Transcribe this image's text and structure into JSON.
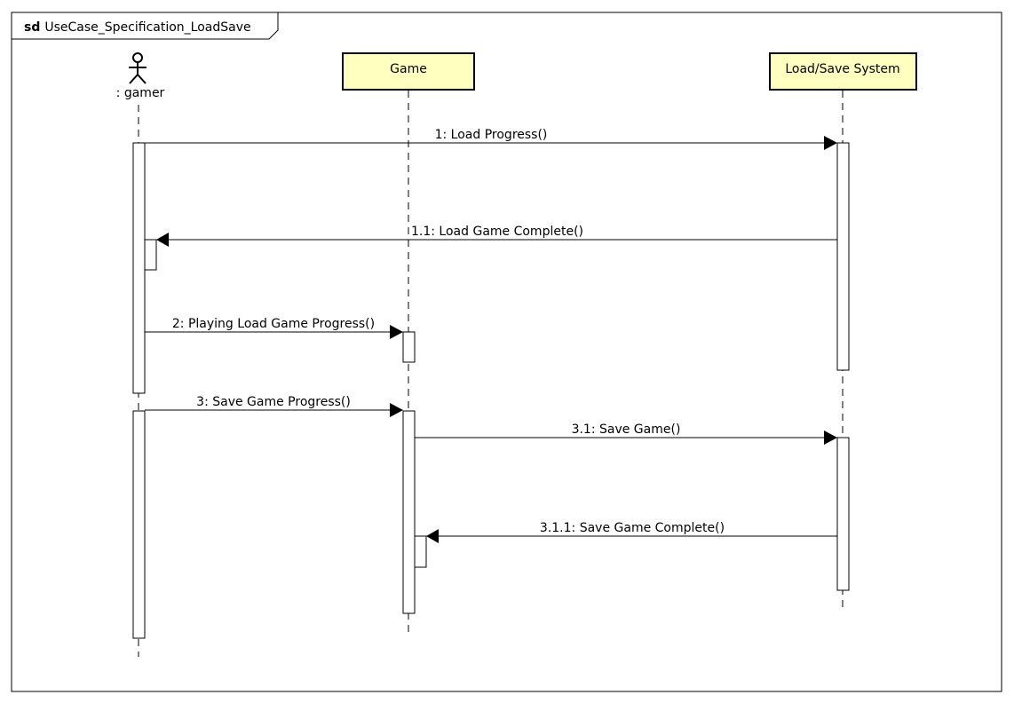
{
  "frame": {
    "keyword": "sd",
    "name": "UseCase_Specification_LoadSave"
  },
  "lifelines": {
    "gamer": {
      "label": ": gamer",
      "kind": "actor"
    },
    "game": {
      "label": "Game",
      "kind": "object"
    },
    "system": {
      "label": "Load/Save System",
      "kind": "object"
    }
  },
  "messages": [
    {
      "id": "m1",
      "label": "1: Load Progress()"
    },
    {
      "id": "m1_1",
      "label": "1.1: Load Game Complete()"
    },
    {
      "id": "m2",
      "label": "2: Playing Load Game Progress()"
    },
    {
      "id": "m3",
      "label": "3: Save Game Progress()"
    },
    {
      "id": "m3_1",
      "label": "3.1: Save Game()"
    },
    {
      "id": "m3_1_1",
      "label": "3.1.1: Save Game Complete()"
    }
  ],
  "colors": {
    "lifeline_fill": "#ffffc0",
    "line": "#000000",
    "background": "#ffffff"
  }
}
